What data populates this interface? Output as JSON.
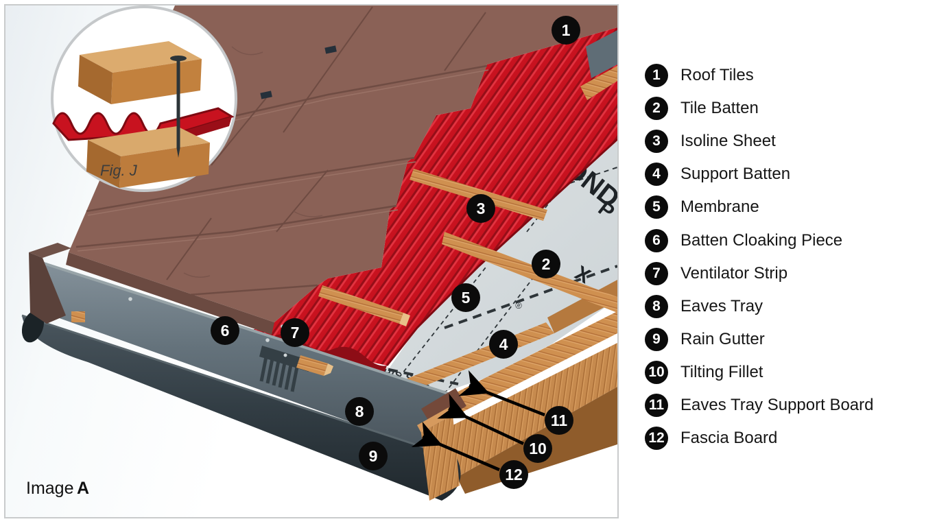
{
  "figure": {
    "inset_caption": "Fig. J",
    "image_label": "Image",
    "image_label_bold": "A",
    "membrane_prints": {
      "large": "OND",
      "partial_p": "P",
      "partial_x": "X",
      "reg_mark": "®",
      "side_text": "DE UP  •  THIS SIDE"
    }
  },
  "legend": {
    "items": [
      {
        "num": "1",
        "label": "Roof Tiles"
      },
      {
        "num": "2",
        "label": "Tile Batten"
      },
      {
        "num": "3",
        "label": "Isoline Sheet"
      },
      {
        "num": "4",
        "label": "Support Batten"
      },
      {
        "num": "5",
        "label": "Membrane"
      },
      {
        "num": "6",
        "label": "Batten Cloaking Piece"
      },
      {
        "num": "7",
        "label": "Ventilator Strip"
      },
      {
        "num": "8",
        "label": "Eaves Tray"
      },
      {
        "num": "9",
        "label": "Rain Gutter"
      },
      {
        "num": "10",
        "label": "Tilting Fillet"
      },
      {
        "num": "11",
        "label": "Eaves Tray Support Board"
      },
      {
        "num": "12",
        "label": "Fascia Board"
      }
    ]
  },
  "colors": {
    "badge_bg": "#0b0b0b",
    "badge_text": "#ffffff",
    "tile_brown": "#8a6156",
    "isoline_red": "#c8121f",
    "wood": "#cf9050",
    "membrane_gray": "#d9dee0",
    "eaves_tray_gray": "#6d7a81",
    "gutter_dark": "#2c353b",
    "panel_border": "#c9cbcc"
  }
}
